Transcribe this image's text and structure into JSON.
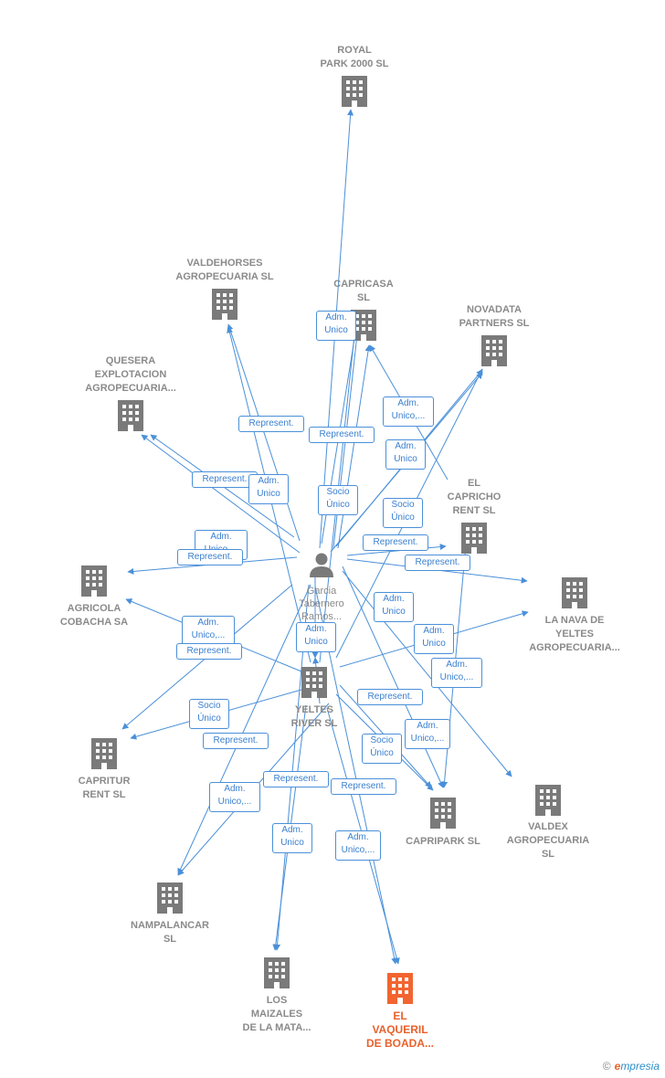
{
  "colors": {
    "edge": "#4a90d9",
    "node": "#7a7a7a",
    "focus": "#f26430"
  },
  "nodes": [
    {
      "id": "royal",
      "label": "ROYAL\nPARK 2000  SL",
      "kind": "company"
    },
    {
      "id": "valdehorses",
      "label": "VALDEHORSES\nAGROPECUARIA SL",
      "kind": "company"
    },
    {
      "id": "capricasa",
      "label": "CAPRICASA\nSL",
      "kind": "company"
    },
    {
      "id": "novadata",
      "label": "NOVADATA\nPARTNERS  SL",
      "kind": "company"
    },
    {
      "id": "quesera",
      "label": "QUESERA\nEXPLOTACION\nAGROPECUARIA...",
      "kind": "company"
    },
    {
      "id": "elcapricho",
      "label": "EL\nCAPRICHO\nRENT  SL",
      "kind": "company"
    },
    {
      "id": "agricola",
      "label": "AGRICOLA\nCOBACHA SA",
      "kind": "company"
    },
    {
      "id": "person",
      "label": "Garcia\nTabernero\nRamos...",
      "kind": "person"
    },
    {
      "id": "lanava",
      "label": "LA NAVA DE\nYELTES\nAGROPECUARIA...",
      "kind": "company"
    },
    {
      "id": "yeltes",
      "label": "YELTES\nRIVER  SL",
      "kind": "company"
    },
    {
      "id": "capritur",
      "label": "CAPRITUR\nRENT  SL",
      "kind": "company"
    },
    {
      "id": "capripark",
      "label": "CAPRIPARK  SL",
      "kind": "company"
    },
    {
      "id": "valdex",
      "label": "VALDEX\nAGROPECUARIA\nSL",
      "kind": "company"
    },
    {
      "id": "nampalancar",
      "label": "NAMPALANCAR\nSL",
      "kind": "company"
    },
    {
      "id": "losmaizales",
      "label": "LOS\nMAIZALES\nDE LA MATA...",
      "kind": "company"
    },
    {
      "id": "elvaqueril",
      "label": "EL\nVAQUERIL\nDE BOADA...",
      "kind": "focus"
    }
  ],
  "edge_labels": [
    "Adm.\nUnico",
    "Represent.",
    "Represent.",
    "Adm.\nUnico,...",
    "Adm.\nUnico",
    "Represent.",
    "Adm.\nUnico",
    "Socio\nÚnico",
    "Socio\nÚnico",
    "Represent.",
    "Represent.",
    "Adm.\nUnico,...",
    "Represent.",
    "Adm.\nUnico",
    "Adm.\nUnico",
    "Adm.\nUnico",
    "Adm.\nUnico,...",
    "Represent.",
    "Adm.\nUnico,...",
    "Represent.",
    "Socio\nÚnico",
    "Represent.",
    "Adm.\nUnico,...",
    "Socio\nÚnico",
    "Adm.\nUnico,...",
    "Represent.",
    "Represent.",
    "Adm.\nUnico",
    "Adm.\nUnico,..."
  ],
  "brand": {
    "copyright": "©",
    "first": "e",
    "rest": "mpresia"
  }
}
